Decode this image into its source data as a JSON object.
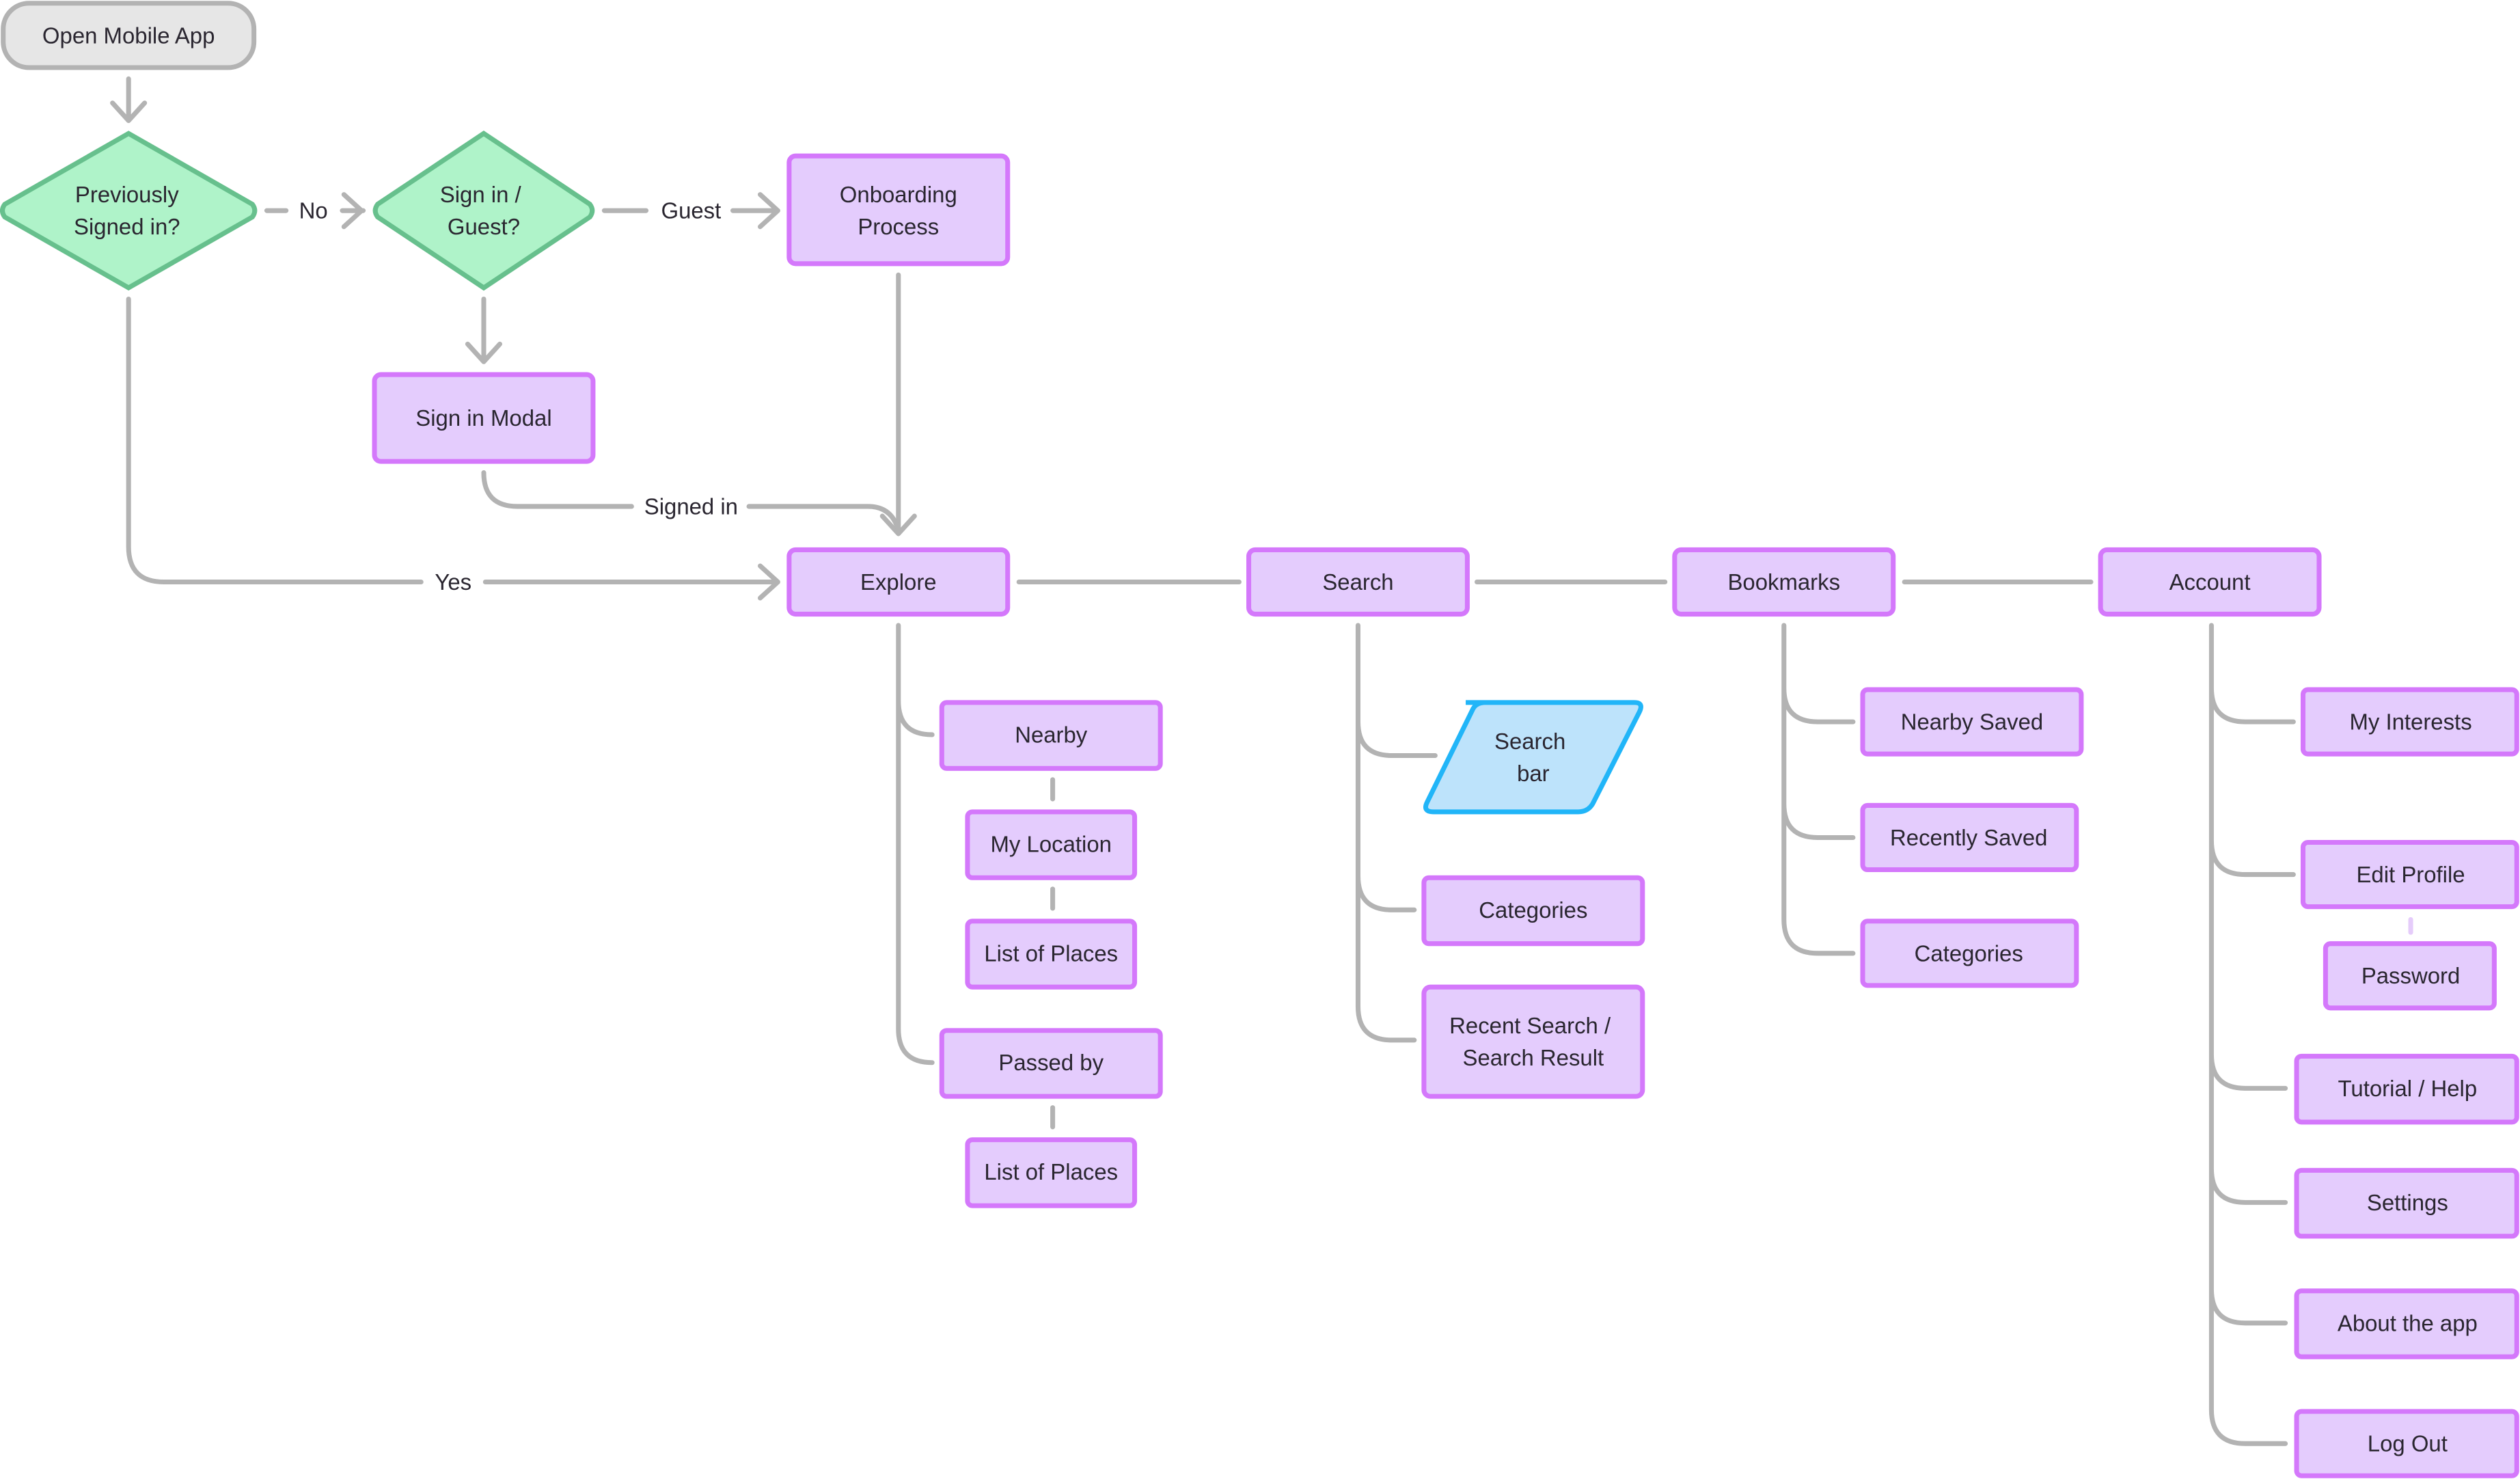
{
  "colors": {
    "process_fill": "#e4ccfd",
    "process_stroke": "#d478fb",
    "decision_fill": "#aff3c9",
    "decision_stroke": "#67c08d",
    "terminal_fill": "#e6e6e6",
    "terminal_stroke": "#b3b3b3",
    "io_fill": "#bde3fb",
    "io_stroke": "#21b5f8",
    "connector": "#b3b3b3"
  },
  "nodes": {
    "start": "Open Mobile App",
    "previously_signed_in": [
      "Previously",
      "Signed in?"
    ],
    "signin_or_guest": [
      "Sign in /",
      "Guest?"
    ],
    "onboarding": [
      "Onboarding",
      "Process"
    ],
    "signin_modal": "Sign in Modal",
    "explore": "Explore",
    "search": "Search",
    "bookmarks": "Bookmarks",
    "account": "Account",
    "nearby": "Nearby",
    "my_location": "My Location",
    "list_of_places_1": "List of Places",
    "passed_by": "Passed by",
    "list_of_places_2": "List of Places",
    "search_bar": [
      "Search",
      "bar"
    ],
    "search_categories": "Categories",
    "recent_search": [
      "Recent Search /",
      "Search Result"
    ],
    "nearby_saved": "Nearby Saved",
    "recently_saved": "Recently Saved",
    "bookmark_categories": "Categories",
    "my_interests": "My Interests",
    "edit_profile": "Edit Profile",
    "password": "Password",
    "tutorial_help": "Tutorial / Help",
    "settings": "Settings",
    "about_app": "About the app",
    "log_out": "Log Out"
  },
  "edge_labels": {
    "no": "No",
    "guest": "Guest",
    "signed_in": "Signed in",
    "yes": "Yes"
  }
}
